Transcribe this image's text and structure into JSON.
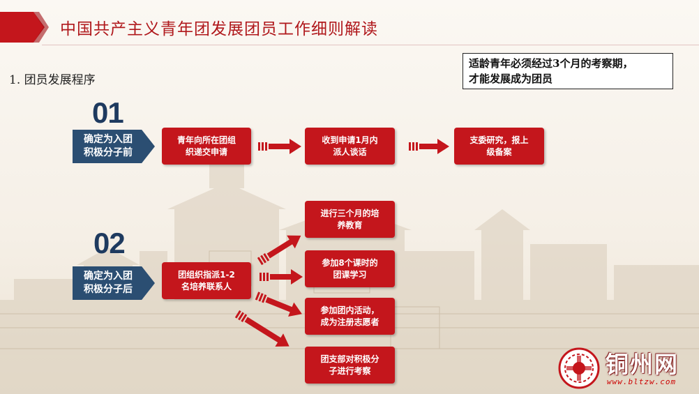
{
  "header": {
    "title": "中国共产主义青年团发展团员工作细则解读"
  },
  "section_title": "1. 团员发展程序",
  "note": {
    "line1": "适龄青年必须经过3个月的考察期，",
    "line2": "才能发展成为团员"
  },
  "stage1": {
    "number": "01",
    "tag_line1": "确定为入团",
    "tag_line2": "积极分子前",
    "steps": [
      {
        "line1": "青年向所在团组",
        "line2": "织递交申请"
      },
      {
        "line1": "收到申请1月内",
        "line2": "派人谈话"
      },
      {
        "line1": "支委研究，报上",
        "line2": "级备案"
      }
    ]
  },
  "stage2": {
    "number": "02",
    "tag_line1": "确定为入团",
    "tag_line2": "积极分子后",
    "source": {
      "line1": "团组织指派1-2",
      "line2": "名培养联系人"
    },
    "branches": [
      {
        "line1": "进行三个月的培",
        "line2": "养教育"
      },
      {
        "line1": "参加8个课时的",
        "line2": "团课学习"
      },
      {
        "line1": "参加团内活动，",
        "line2": "成为注册志愿者"
      },
      {
        "line1": "团支部对积极分",
        "line2": "子进行考察"
      }
    ]
  },
  "watermark": {
    "name": "铜州网",
    "url": "www.bltzw.com"
  },
  "colors": {
    "accent_red": "#c4161c",
    "title_red": "#b0181c",
    "navy": "#2b4e72",
    "number_navy": "#1e3a5f"
  }
}
